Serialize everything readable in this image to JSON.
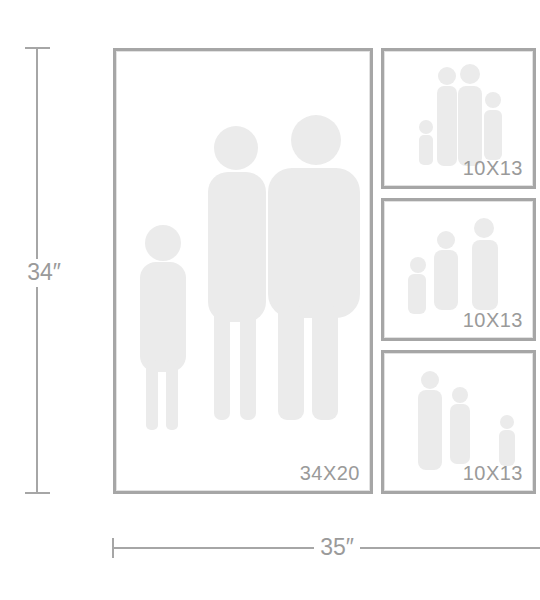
{
  "diagram": {
    "nodes": [
      {
        "text": [
          "34X20"
        ]
      },
      {
        "text": [
          "10X13"
        ]
      },
      {
        "text": [
          "10X13"
        ]
      },
      {
        "text": [
          "10X13"
        ]
      }
    ],
    "labels": [
      "34″",
      "35″"
    ]
  }
}
